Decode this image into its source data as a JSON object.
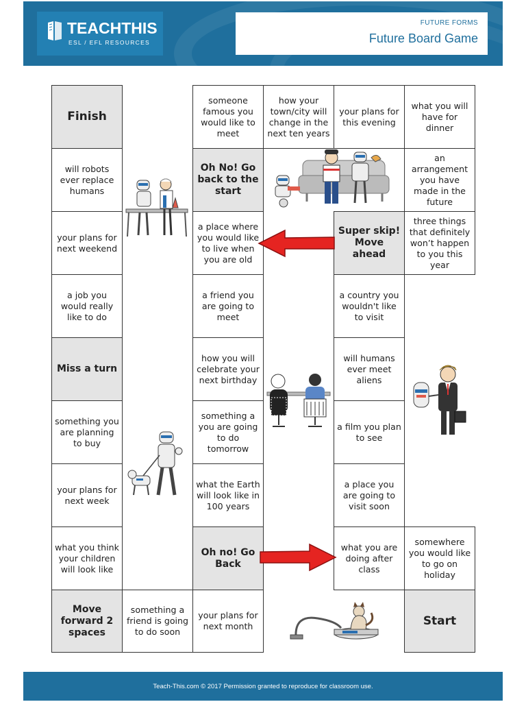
{
  "header": {
    "logo_title": "TEACHTHIS",
    "logo_sub": "ESL / EFL RESOURCES",
    "category": "FUTURE FORMS",
    "title": "Future Board Game"
  },
  "board": {
    "finish": "Finish",
    "robots_replace": "will robots ever replace humans",
    "plans_weekend": "your plans for next weekend",
    "job": "a job you would really like to do",
    "miss_turn": "Miss a turn",
    "planning_buy": "something you are planning to buy",
    "plans_week": "your plans for next week",
    "children": "what you think your children will look like",
    "move_forward": "Move forward 2 spaces",
    "friend_going": "something a friend is going to do soon",
    "famous": "someone famous you would like to meet",
    "oh_no_start": "Oh No! Go back to the start",
    "live_old": "a place where you would like to live when you are old",
    "friend_meet": "a friend you are going to meet",
    "birthday": "how you will celebrate your next birthday",
    "tomorrow": "something a you are going to do tomorrow",
    "earth": "what the Earth will look like in 100 years",
    "oh_no_back": "Oh no! Go Back",
    "plans_month": "your plans for next month",
    "town_change": "how your town/city will change in the next ten years",
    "plans_evening": "your plans for this evening",
    "super_skip": "Super skip! Move ahead",
    "country": "a country you wouldn't like to visit",
    "aliens": "will humans ever meet aliens",
    "film": "a film you plan to see",
    "place_visit": "a place you are going to visit soon",
    "after_class": "what you are doing after class",
    "dinner": "what you will have for dinner",
    "arrangement": "an arrangement you have made in the future",
    "three_things": "three things that definitely won’t happen to you this year",
    "holiday": "somewhere you would like to go on holiday",
    "start": "Start"
  },
  "colors": {
    "brand": "#1f6f9d",
    "arrow": "#e52421",
    "special_cell": "#e4e4e4"
  },
  "footer": {
    "text": "Teach-This.com © 2017 Permission granted to reproduce for classroom use."
  }
}
